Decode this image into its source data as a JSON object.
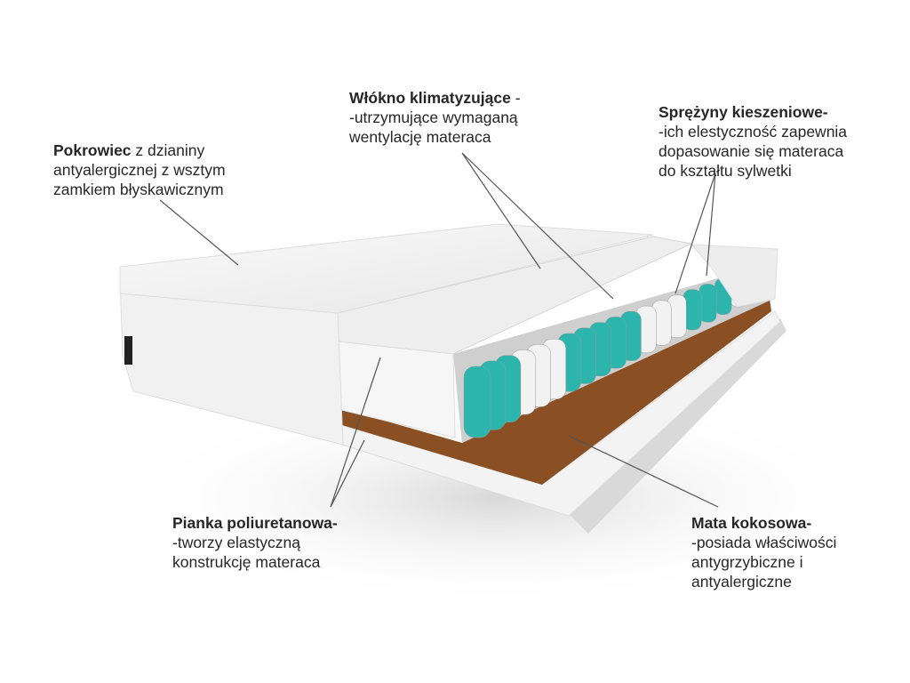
{
  "labels": {
    "cover": {
      "title": "Pokrowiec",
      "rest": " z dzianiny",
      "lines": [
        "antyalergicznej z wsztym",
        "zamkiem błyskawicznym"
      ]
    },
    "fiber": {
      "title": "Włókno klimatyzujące",
      "rest": " -",
      "lines": [
        "-utrzymujące wymaganą",
        "wentylację materaca"
      ]
    },
    "springs": {
      "title": "Sprężyny kieszeniowe-",
      "rest": "",
      "lines": [
        "-ich elestyczność zapewnia",
        "dopasowanie się  materaca",
        "do kształtu sylwetki"
      ]
    },
    "foam": {
      "title": "Pianka poliuretanowa-",
      "rest": "",
      "lines": [
        "-tworzy elastyczną",
        "konstrukcję materaca"
      ]
    },
    "coconut": {
      "title": "Mata kokosowa-",
      "rest": "",
      "lines": [
        "-posiada właściwości",
        "antygrzybiczne i",
        "antyalergiczne"
      ]
    }
  },
  "colors": {
    "spring_teal": "#2bb5ad",
    "spring_white": "#f2f2f2",
    "coconut": "#8a4f22",
    "foam": "#f4f4f4",
    "leader": "#555555"
  }
}
